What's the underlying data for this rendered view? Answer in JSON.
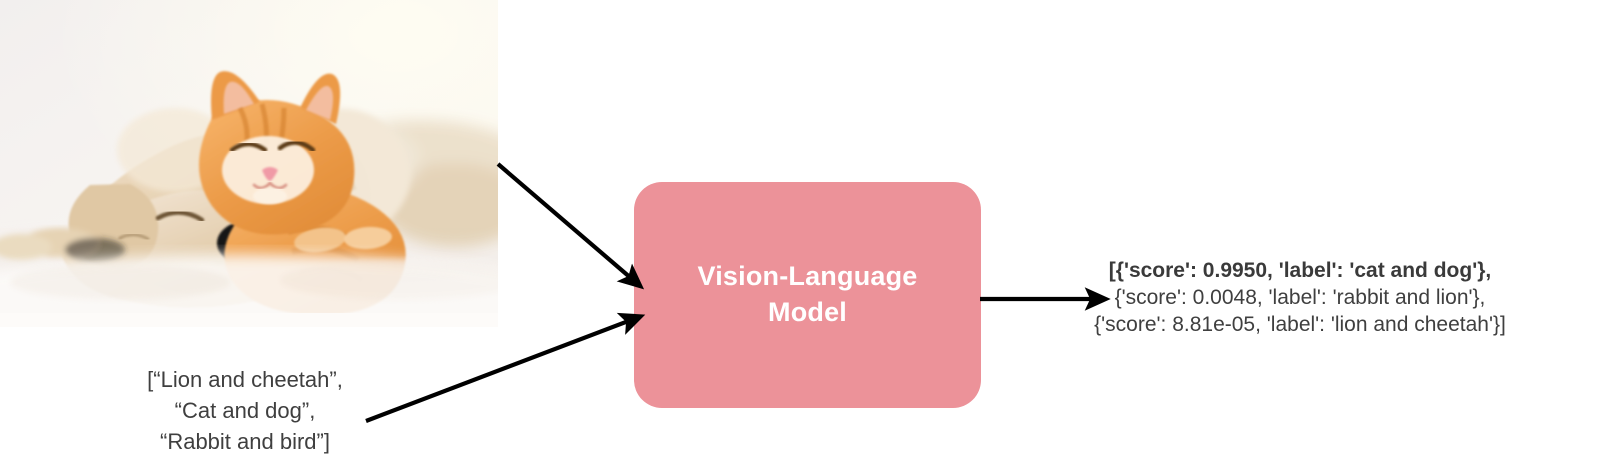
{
  "figure": {
    "background_color": "#ffffff",
    "text_color": "#3f3f3f",
    "accent_color": "#ec9299",
    "arrow_color": "#000000"
  },
  "input_image": {
    "alt": "Sleeping cream-colored puppy and ginger kitten cuddling on a white blanket",
    "icon": "pet-photo"
  },
  "prompt": {
    "lines": [
      "[“Lion and cheetah”,",
      "“Cat and dog”,",
      "“Rabbit and bird”]"
    ]
  },
  "model": {
    "label": "Vision-Language\nModel",
    "fill_color": "#ec9299",
    "text_color": "#ffffff"
  },
  "output": {
    "lines": [
      "[{'score': 0.9950, 'label': 'cat and dog'},",
      "{'score': 0.0048, 'label': 'rabbit and lion'},",
      "{'score': 8.81e-05, 'label': 'lion and cheetah'}]"
    ]
  },
  "arrows": {
    "image_to_model": "arrow-image-to-model",
    "prompt_to_model": "arrow-prompt-to-model",
    "model_to_output": "arrow-model-to-output"
  }
}
